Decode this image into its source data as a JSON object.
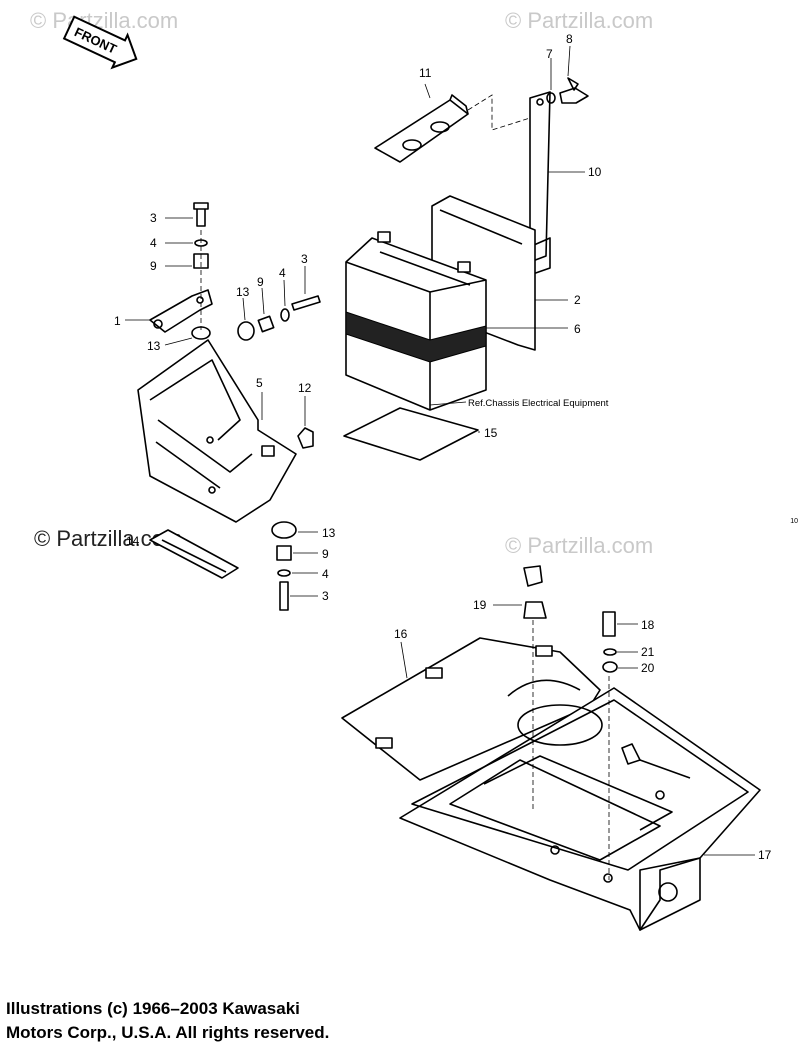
{
  "watermark": {
    "text": "© Partzilla.com"
  },
  "front_badge": {
    "text": "FRONT"
  },
  "ref_note": "Ref.Chassis Electrical Equipment",
  "copyright": {
    "line1": "Illustrations (c) 1966–2003 Kawasaki",
    "line2": "Motors Corp., U.S.A.  All rights reserved."
  },
  "side_mark": "10",
  "callouts": {
    "c1": "1",
    "c2": "2",
    "c3a": "3",
    "c3b": "3",
    "c3c": "3",
    "c4a": "4",
    "c4b": "4",
    "c4c": "4",
    "c5": "5",
    "c6": "6",
    "c7": "7",
    "c8": "8",
    "c9a": "9",
    "c9b": "9",
    "c9c": "9",
    "c10": "10",
    "c11": "11",
    "c12": "12",
    "c13a": "13",
    "c13b": "13",
    "c13c": "13",
    "c14": "14",
    "c15": "15",
    "c16": "16",
    "c17": "17",
    "c18": "18",
    "c19": "19",
    "c20": "20",
    "c21": "21"
  }
}
